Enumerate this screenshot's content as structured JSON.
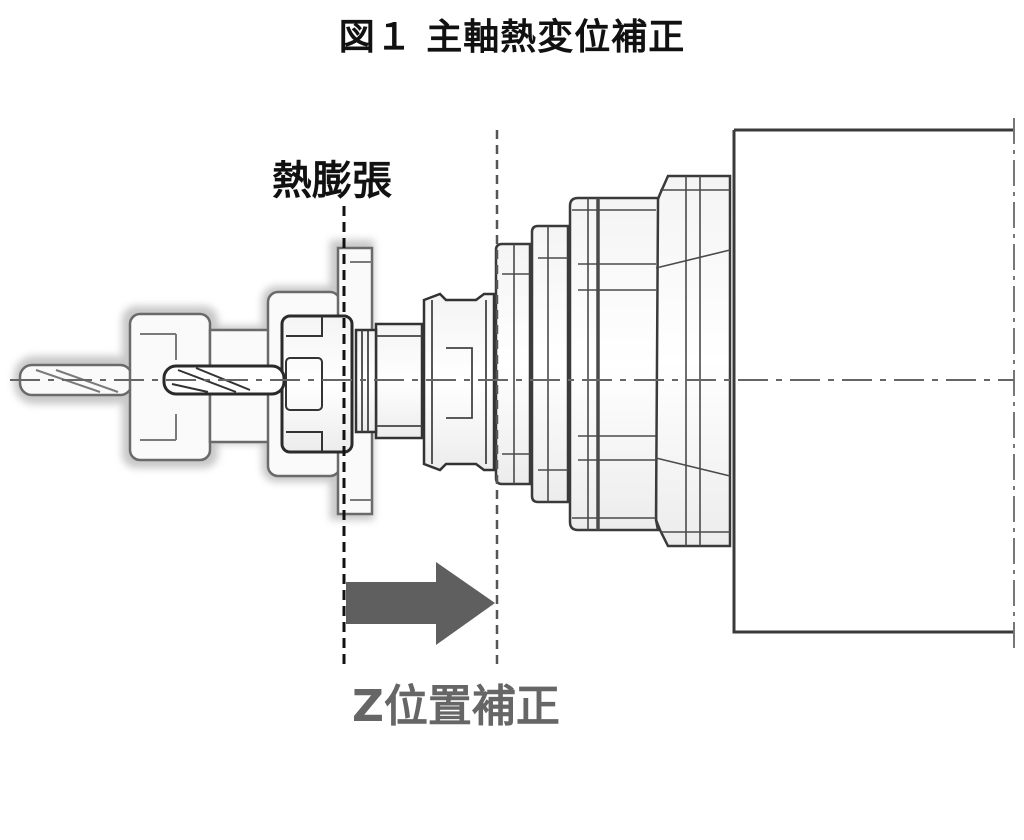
{
  "figure": {
    "title": "図１ 主軸熱変位補正",
    "labels": {
      "thermal_expansion": "熱膨張",
      "z_position_compensation": "Z位置補正"
    },
    "colors": {
      "title_text": "#111111",
      "compensation_text": "#666666",
      "arrow_fill": "#5f5f5f",
      "outline": "#333333",
      "ghost_outline": "#777777",
      "dashed_line_front": "#111111",
      "dashed_line_rear": "#555555",
      "centerline": "#666666"
    },
    "components": [
      {
        "name": "expanded-drill-ghost",
        "state": "thermally expanded (blurred)"
      },
      {
        "name": "expanded-collet-nut-ghost",
        "state": "thermally expanded (blurred)"
      },
      {
        "name": "drill",
        "state": "nominal"
      },
      {
        "name": "collet-nut",
        "state": "nominal"
      },
      {
        "name": "tool-holder"
      },
      {
        "name": "spindle-nose"
      },
      {
        "name": "spindle-housing"
      }
    ],
    "arrow_direction": "right"
  }
}
